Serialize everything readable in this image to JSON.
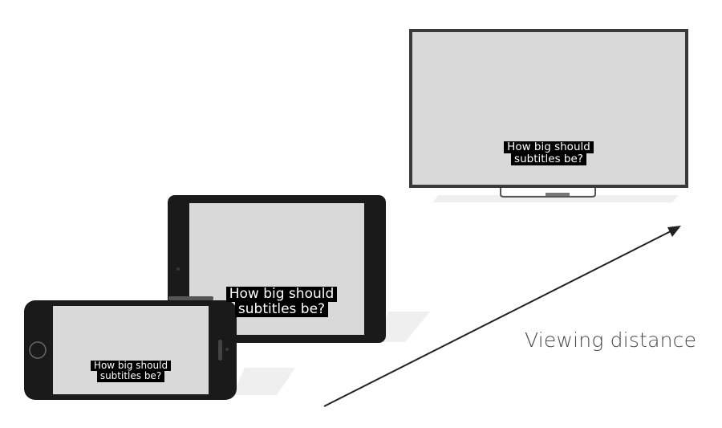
{
  "devices": {
    "tv": {
      "subtitle_lines": [
        "How big should",
        "subtitles be?"
      ]
    },
    "tablet": {
      "subtitle_lines": [
        "How big should",
        "subtitles be?"
      ]
    },
    "phone": {
      "subtitle_lines": [
        "How big should",
        "subtitles be?"
      ]
    }
  },
  "arrow": {
    "label": "Viewing distance"
  },
  "colors": {
    "screen": "#d9d9d9",
    "bezel": "#1a1a1a",
    "shadow": "#efefef",
    "arrow": "#222222",
    "subtitle_bg": "#000000",
    "subtitle_text": "#ffffff"
  }
}
